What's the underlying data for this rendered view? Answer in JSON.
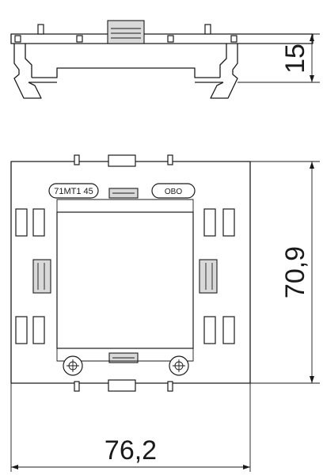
{
  "dimensions": {
    "height_side": "15",
    "height_front": "70,9",
    "width_front": "76,2"
  },
  "markings": {
    "part_code": "71MT1 45",
    "brand": "OBO"
  }
}
